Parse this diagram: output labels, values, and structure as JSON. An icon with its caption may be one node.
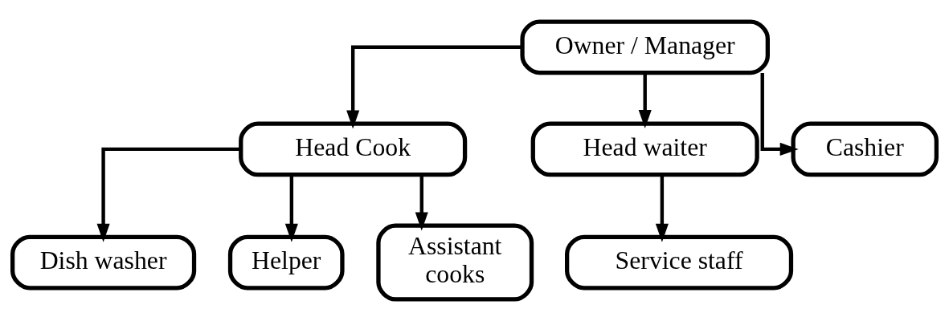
{
  "diagram": {
    "nodes": [
      {
        "text": [
          "Owner / Manager"
        ]
      },
      {
        "text": [
          "Head Cook"
        ]
      },
      {
        "text": [
          "Head waiter"
        ]
      },
      {
        "text": [
          "Cashier"
        ]
      },
      {
        "text": [
          "Dish washer"
        ]
      },
      {
        "text": [
          "Helper"
        ]
      },
      {
        "text": [
          "Assistant cooks"
        ]
      },
      {
        "text": [
          "Service staff"
        ]
      }
    ],
    "edges": [
      {
        "from": 0,
        "to": 1,
        "arrow": "to"
      },
      {
        "from": 0,
        "to": 2,
        "arrow": "to"
      },
      {
        "from": 0,
        "to": 3,
        "arrow": "to"
      },
      {
        "from": 1,
        "to": 4,
        "arrow": "to"
      },
      {
        "from": 1,
        "to": 5,
        "arrow": "to"
      },
      {
        "from": 1,
        "to": 6,
        "arrow": "to"
      },
      {
        "from": 2,
        "to": 7,
        "arrow": "to"
      }
    ]
  }
}
